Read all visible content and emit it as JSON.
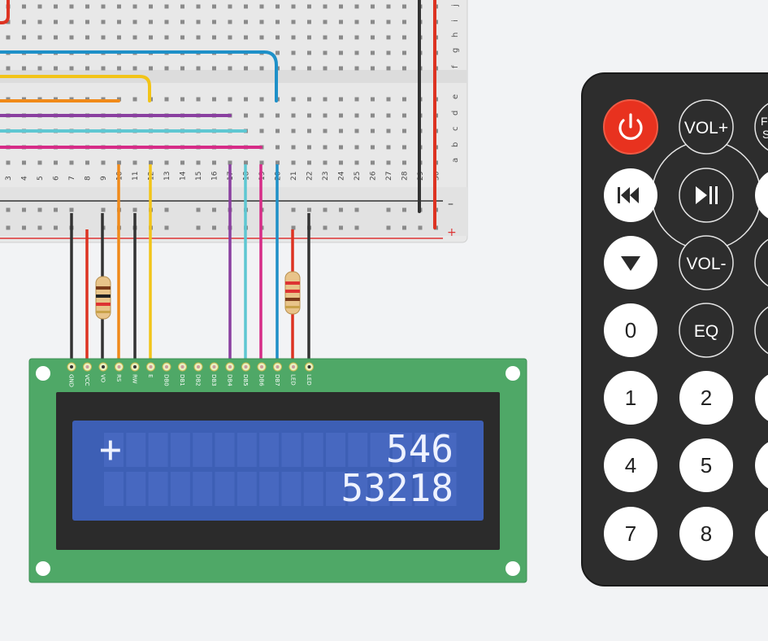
{
  "breadboard": {
    "row_letters_top": [
      "j",
      "i",
      "h",
      "g",
      "f"
    ],
    "row_letters_bottom": [
      "e",
      "d",
      "c",
      "b",
      "a"
    ],
    "column_numbers": [
      "3",
      "4",
      "5",
      "6",
      "7",
      "8",
      "9",
      "10",
      "11",
      "12",
      "13",
      "14",
      "15",
      "16",
      "17",
      "18",
      "19",
      "20",
      "21",
      "22",
      "23",
      "24",
      "25",
      "26",
      "27",
      "28",
      "29",
      "30"
    ],
    "rail_minus": "–",
    "rail_plus": "+"
  },
  "lcd": {
    "pins": [
      "GND",
      "VCC",
      "VO",
      "RS",
      "RW",
      "E",
      "DB0",
      "DB1",
      "DB2",
      "DB3",
      "DB4",
      "DB5",
      "DB6",
      "DB7",
      "LED",
      "LED"
    ],
    "line1_symbol": "+",
    "line1_value": "546",
    "line2_value": "53218",
    "colors": {
      "board": "#4fa867",
      "screen": "#3d5fb5",
      "bezel": "#2b2b2b"
    }
  },
  "remote": {
    "power_icon": "power-icon",
    "buttons": {
      "vol_up": "VOL+",
      "func_stop_partial": "F\nS",
      "prev_icon": "skip-back-icon",
      "play_pause_icon": "play-pause-icon",
      "down_icon": "down-arrow-icon",
      "vol_down": "VOL-",
      "zero": "0",
      "eq": "EQ",
      "one": "1",
      "two": "2",
      "four": "4",
      "five": "5",
      "seven": "7",
      "eight": "8"
    },
    "colors": {
      "body": "#2d2d2d",
      "power": "#e8321f"
    }
  }
}
